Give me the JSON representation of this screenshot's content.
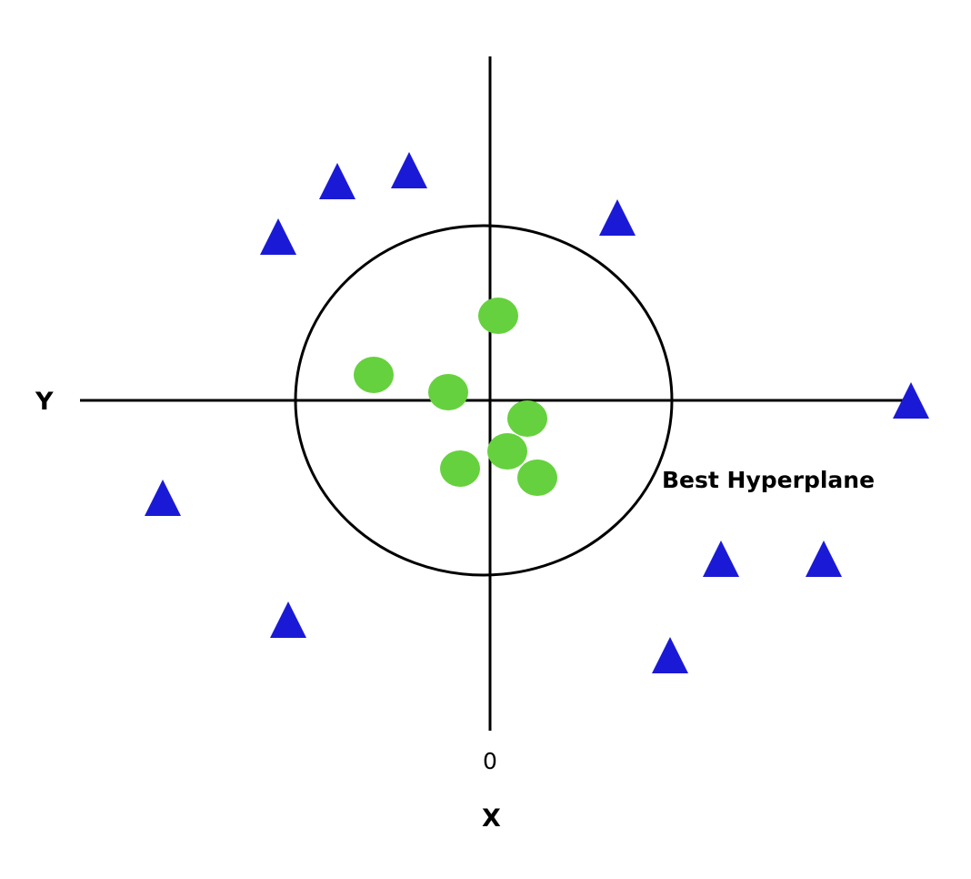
{
  "labels": {
    "y_axis": "Y",
    "x_axis": "X",
    "origin": "0",
    "hyperplane": "Best Hyperplane"
  },
  "colors": {
    "triangle": "#1a1ad6",
    "circle": "#66d13e",
    "line": "#000000"
  },
  "marker_shapes": [
    "triangle",
    "circle"
  ]
}
